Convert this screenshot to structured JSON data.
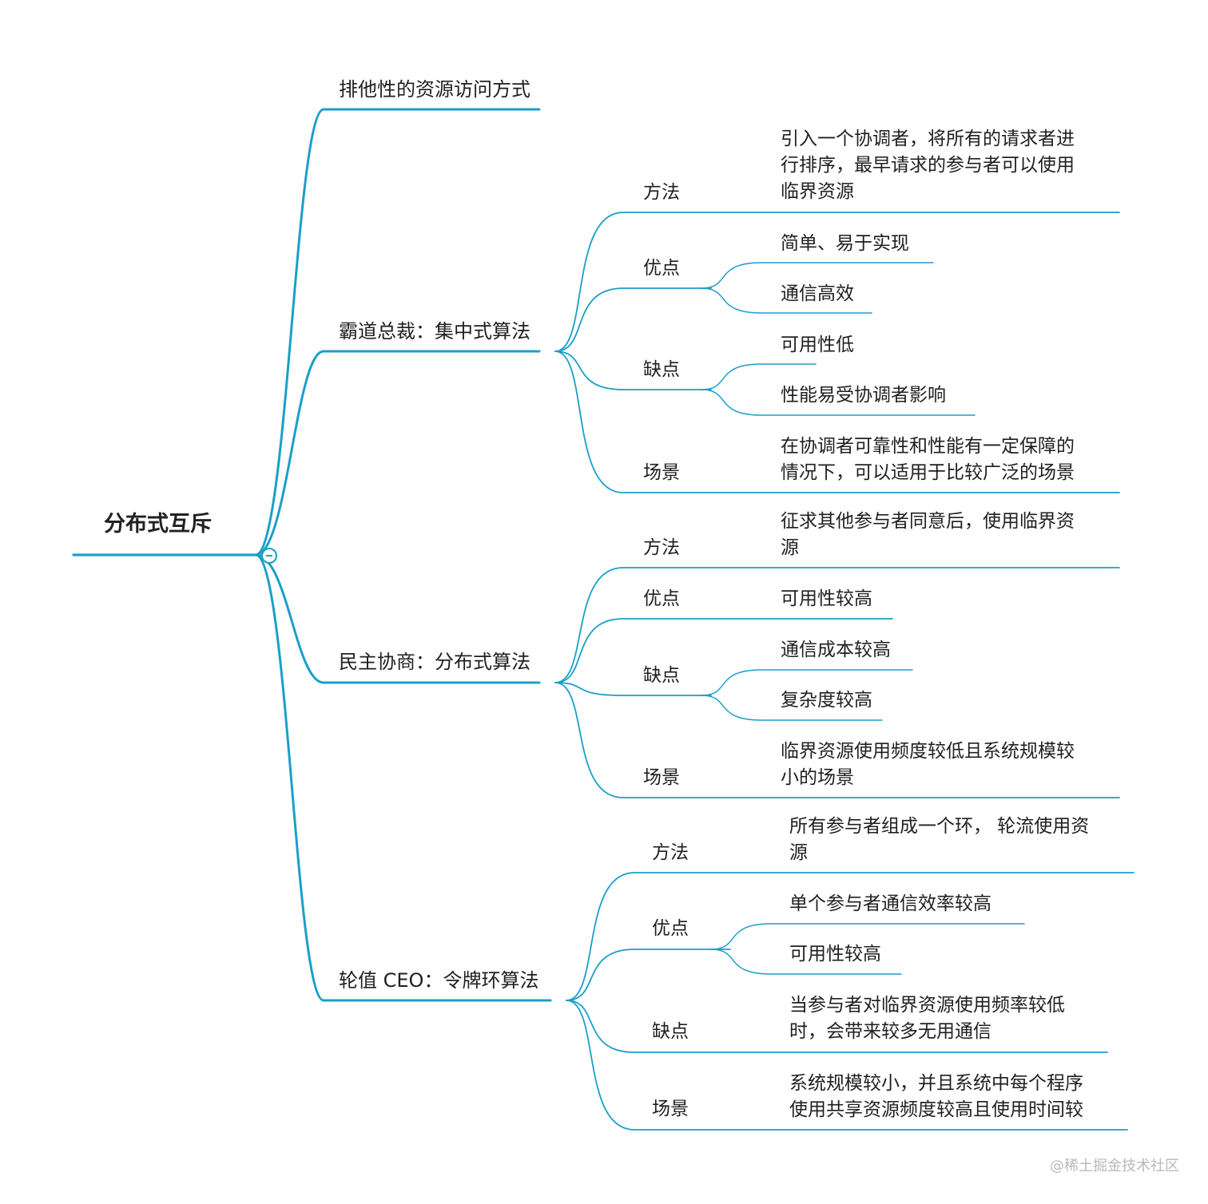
{
  "colors": {
    "edge": "#1a9fc9",
    "text": "#1f1f1f",
    "watermark": "#b9b9b9"
  },
  "mindmap": {
    "root": "分布式互斥",
    "branches": [
      {
        "title": "排他性的资源访问方式",
        "children": []
      },
      {
        "title": "霸道总裁：集中式算法",
        "children": [
          {
            "label": "方法",
            "items": [
              "引入一个协调者，将所有的请求者进行排序，最早请求的参与者可以使用临界资源"
            ]
          },
          {
            "label": "优点",
            "items": [
              "简单、易于实现",
              "通信高效"
            ]
          },
          {
            "label": "缺点",
            "items": [
              "可用性低",
              "性能易受协调者影响"
            ]
          },
          {
            "label": "场景",
            "items": [
              "在协调者可靠性和性能有一定保障的情况下，可以适用于比较广泛的场景"
            ]
          }
        ]
      },
      {
        "title": "民主协商：分布式算法",
        "children": [
          {
            "label": "方法",
            "items": [
              "征求其他参与者同意后，使用临界资源"
            ]
          },
          {
            "label": "优点",
            "items": [
              "可用性较高"
            ]
          },
          {
            "label": "缺点",
            "items": [
              "通信成本较高",
              "复杂度较高"
            ]
          },
          {
            "label": "场景",
            "items": [
              "临界资源使用频度较低且系统规模较小的场景"
            ]
          }
        ]
      },
      {
        "title": "轮值 CEO：令牌环算法",
        "children": [
          {
            "label": "方法",
            "items": [
              "所有参与者组成一个环， 轮流使用资源"
            ]
          },
          {
            "label": "优点",
            "items": [
              "单个参与者通信效率较高",
              "可用性较高"
            ]
          },
          {
            "label": "缺点",
            "items": [
              "当参与者对临界资源使用频率较低时，会带来较多无用通信"
            ]
          },
          {
            "label": "场景",
            "items": [
              "系统规模较小，并且系统中每个程序使用共享资源频度较高且使用时间较"
            ]
          }
        ]
      }
    ]
  },
  "watermark": "@稀土掘金技术社区"
}
